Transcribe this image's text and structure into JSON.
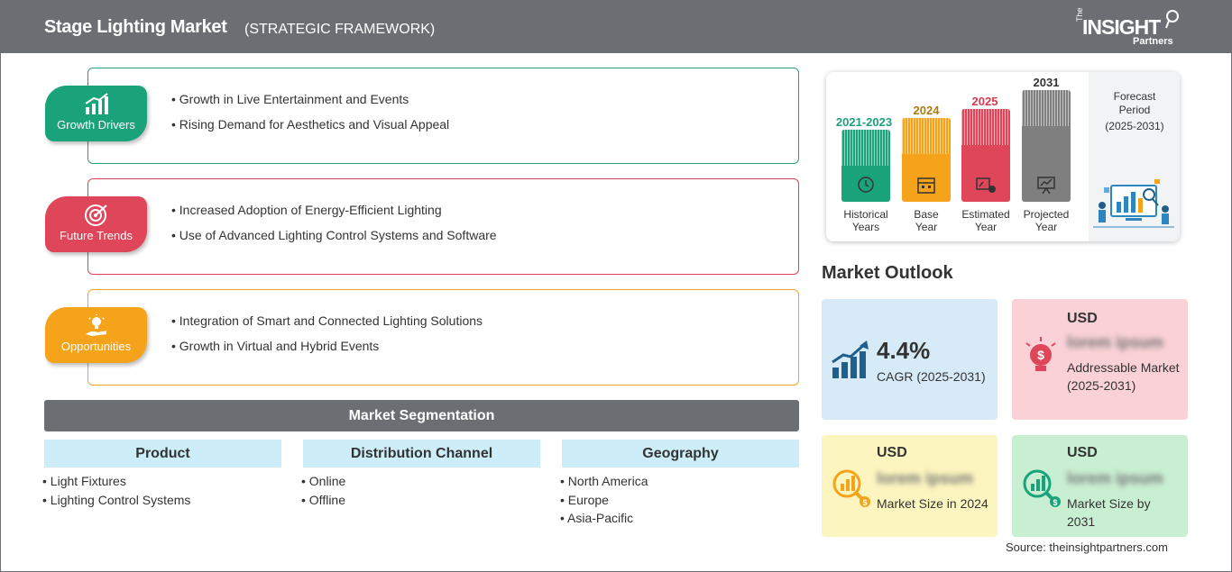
{
  "header": {
    "title": "Stage Lighting Market",
    "subtitle": "(STRATEGIC FRAMEWORK)",
    "logo": {
      "the": "The",
      "insight": "INSIGHT",
      "partners": "Partners"
    }
  },
  "framework": {
    "growth_drivers": {
      "label": "Growth Drivers",
      "items": [
        "Growth in Live Entertainment and Events",
        "Rising Demand for Aesthetics and Visual Appeal"
      ]
    },
    "future_trends": {
      "label": "Future Trends",
      "items": [
        "Increased Adoption of Energy-Efficient Lighting",
        "Use of Advanced Lighting Control Systems and Software"
      ]
    },
    "opportunities": {
      "label": "Opportunities",
      "items": [
        "Integration of Smart and Connected Lighting Solutions",
        "Growth in Virtual and Hybrid Events"
      ]
    }
  },
  "segmentation": {
    "title": "Market Segmentation",
    "columns": [
      {
        "heading": "Product",
        "items": [
          "Light Fixtures",
          "Lighting Control Systems"
        ]
      },
      {
        "heading": "Distribution Channel",
        "items": [
          "Online",
          "Offline"
        ]
      },
      {
        "heading": "Geography",
        "items": [
          "North America",
          "Europe",
          "Asia-Pacific"
        ]
      }
    ]
  },
  "timeline": {
    "bars": [
      {
        "year": "2021-2023",
        "label": [
          "Historical",
          "Years"
        ],
        "color": "#1aa37a",
        "icon": "history-icon"
      },
      {
        "year": "2024",
        "label": [
          "Base",
          "Year"
        ],
        "color": "#f5a31a",
        "icon": "calendar-icon"
      },
      {
        "year": "2025",
        "label": [
          "Estimated",
          "Year"
        ],
        "color": "#e0465a",
        "icon": "estimate-chart-icon"
      },
      {
        "year": "2031",
        "label": [
          "Projected",
          "Year"
        ],
        "color": "#7f7f7f",
        "icon": "presentation-icon"
      }
    ],
    "forecast_title": "Forecast Period",
    "forecast_range": "(2025-2031)"
  },
  "outlook": {
    "title": "Market Outlook",
    "cagr": {
      "value": "4.4%",
      "label": "CAGR (2025-2031)"
    },
    "addressable": {
      "currency": "USD",
      "value": "lorem ipsum",
      "label": "Addressable Market (2025-2031)"
    },
    "size_2024": {
      "currency": "USD",
      "value": "lorem ipsum",
      "label": "Market Size in 2024"
    },
    "size_2031": {
      "currency": "USD",
      "value": "lorem ipsum",
      "label": "Market Size by 2031"
    }
  },
  "source": "Source: theinsightpartners.com",
  "colors": {
    "header": "#6b6f74",
    "green": "#1aa37a",
    "red": "#e0465a",
    "orange": "#f5a31a",
    "blue_icon": "#1f5f8b"
  }
}
